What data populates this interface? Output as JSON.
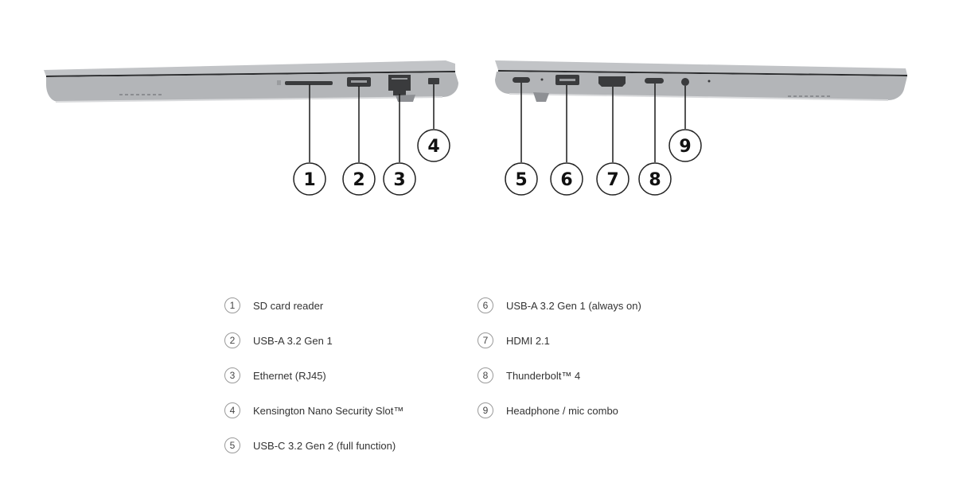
{
  "callouts": [
    {
      "num": "1",
      "label": "SD card reader"
    },
    {
      "num": "2",
      "label": "USB-A 3.2 Gen 1"
    },
    {
      "num": "3",
      "label": "Ethernet (RJ45)"
    },
    {
      "num": "4",
      "label": "Kensington Nano Security Slot™"
    },
    {
      "num": "5",
      "label": "USB-C 3.2 Gen 2 (full function)"
    },
    {
      "num": "6",
      "label": "USB-A 3.2 Gen 1 (always on)"
    },
    {
      "num": "7",
      "label": "HDMI 2.1"
    },
    {
      "num": "8",
      "label": "Thunderbolt™ 4"
    },
    {
      "num": "9",
      "label": "Headphone / mic combo"
    }
  ],
  "colors": {
    "chassis": "#b9bbbe",
    "chassis_dark": "#8e9094",
    "port": "#3a3b3d",
    "leader": "#1a1a1a",
    "circle_border": "#222222"
  },
  "icons": [
    "laptop-left-side-view",
    "laptop-right-side-view"
  ]
}
